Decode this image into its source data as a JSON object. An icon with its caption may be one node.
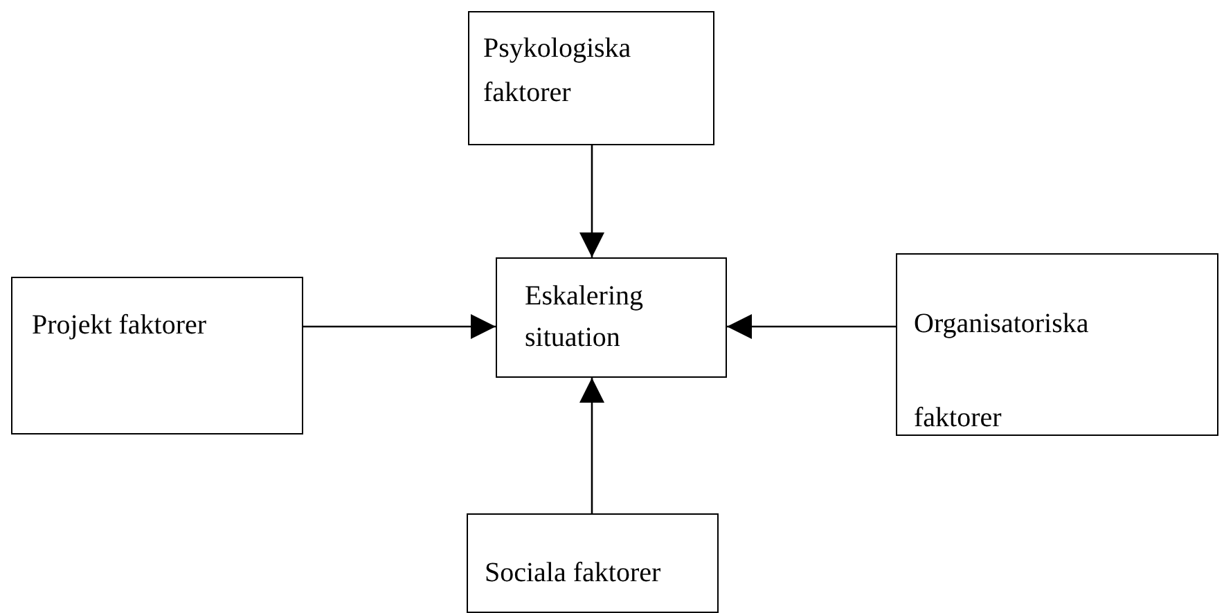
{
  "diagram": {
    "nodes": [
      {
        "text": [
          "Psykologiska faktorer"
        ]
      },
      {
        "text": [
          "Projekt faktorer"
        ]
      },
      {
        "text": [
          "Eskalering situation"
        ]
      },
      {
        "text": [
          "Organisatoriska faktorer"
        ]
      },
      {
        "text": [
          "Sociala faktorer"
        ]
      }
    ],
    "edges": [
      {
        "from": 0,
        "to": 2,
        "arrow": "to"
      },
      {
        "from": 1,
        "to": 2,
        "arrow": "to"
      },
      {
        "from": 3,
        "to": 2,
        "arrow": "to"
      },
      {
        "from": 4,
        "to": 2,
        "arrow": "to"
      }
    ]
  }
}
